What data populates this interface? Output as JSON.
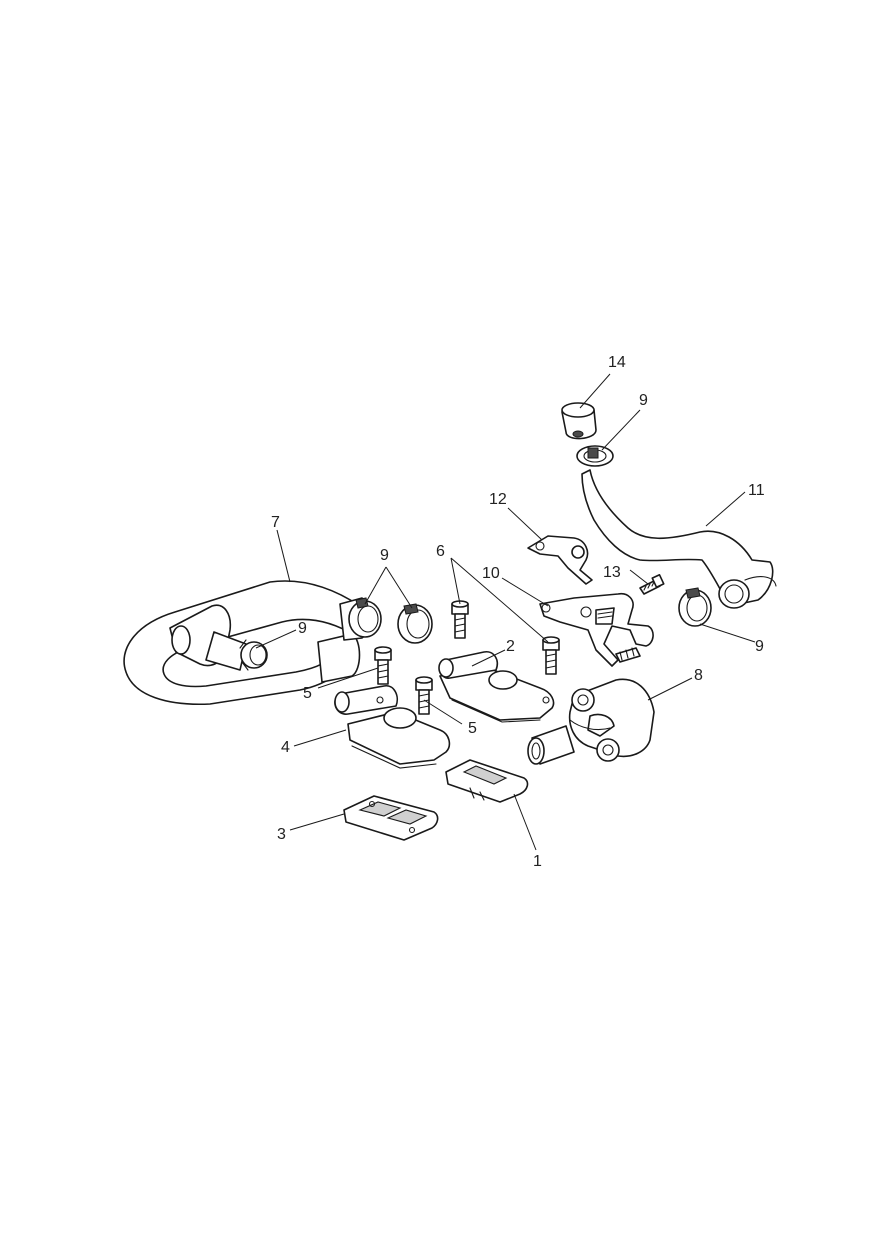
{
  "callouts": {
    "c1": "1",
    "c2": "2",
    "c3": "3",
    "c4": "4",
    "c5a": "5",
    "c5b": "5",
    "c6": "6",
    "c7": "7",
    "c8": "8",
    "c9a": "9",
    "c9b": "9",
    "c9c": "9",
    "c9d": "9",
    "c10": "10",
    "c11": "11",
    "c12": "12",
    "c13": "13",
    "c14": "14"
  }
}
